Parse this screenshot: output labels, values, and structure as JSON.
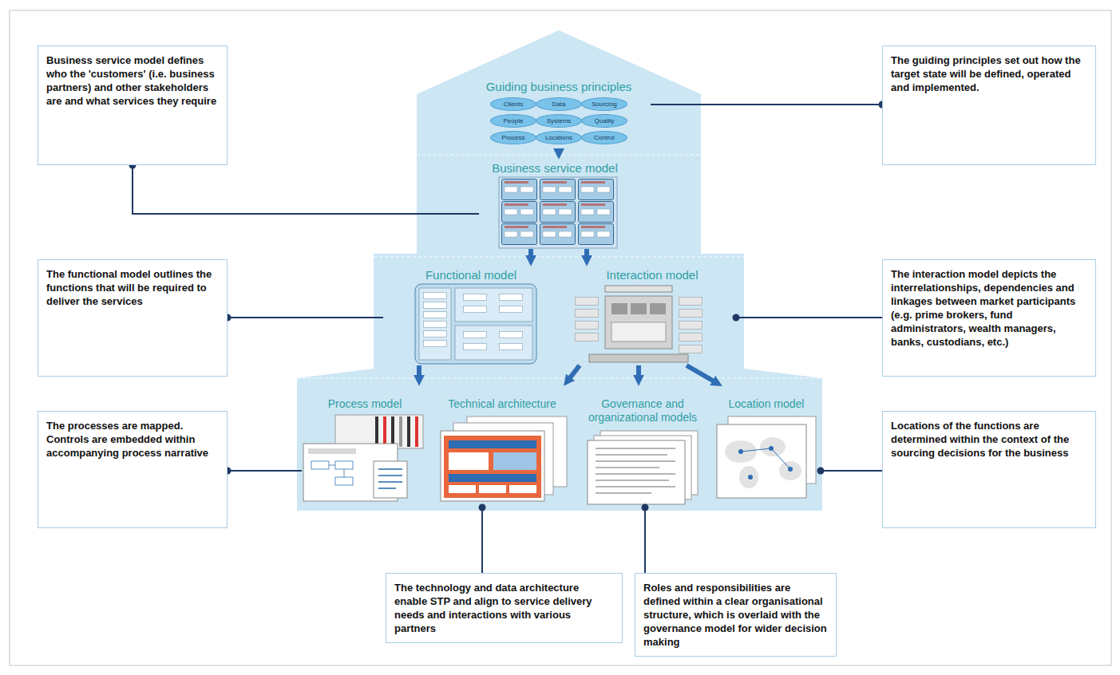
{
  "diagram": {
    "nodes": [
      {
        "text": [
          "Guiding business principles"
        ]
      },
      {
        "text": [
          "Clients"
        ],
        "in": 0
      },
      {
        "text": [
          "Data"
        ],
        "in": 0
      },
      {
        "text": [
          "Sourcing"
        ],
        "in": 0
      },
      {
        "text": [
          "People"
        ],
        "in": 0
      },
      {
        "text": [
          "Systems"
        ],
        "in": 0
      },
      {
        "text": [
          "Quality"
        ],
        "in": 0
      },
      {
        "text": [
          "Process"
        ],
        "in": 0
      },
      {
        "text": [
          "Locations"
        ],
        "in": 0
      },
      {
        "text": [
          "Control"
        ],
        "in": 0
      },
      {
        "text": [
          "Business service model defines who the 'customers' (i.e. business partners) and other stakeholders are and what services they require"
        ]
      },
      {
        "text": [
          "The guiding principles set out how the target state will be defined, operated and implemented."
        ]
      },
      {
        "text": [
          "Business service model"
        ]
      },
      {
        "text": [
          "The functional model outlines the functions that will be required to deliver the services"
        ]
      },
      {
        "text": [
          "Functional model"
        ]
      },
      {
        "text": [
          "Interaction model"
        ]
      },
      {
        "text": [
          "The interaction model depicts the interrelationships, dependencies and linkages between market participants (e.g. prime brokers, fund administrators, wealth managers, banks, custodians, etc.)"
        ]
      },
      {
        "text": [
          "The processes are mapped. Controls are embedded within accompanying process narrative"
        ]
      },
      {
        "text": [
          "Process model"
        ]
      },
      {
        "text": [
          "Technical architecture"
        ]
      },
      {
        "text": [
          "Governance and organizational models"
        ]
      },
      {
        "text": [
          "Location model"
        ]
      },
      {
        "text": [
          "Locations of the functions are determined within the context of the sourcing decisions for the business"
        ]
      },
      {
        "text": [
          "The technology and data architecture enable STP and align to service delivery needs and interactions with various partners"
        ]
      },
      {
        "text": [
          "Roles and responsibilities are defined within a clear organisational structure, which is overlaid with the governance model for wider decision making"
        ]
      }
    ],
    "edges": [
      {
        "from": 0,
        "to": 12,
        "arrow": "to"
      },
      {
        "from": 12,
        "to": 14,
        "arrow": "to"
      },
      {
        "from": 12,
        "to": 15,
        "arrow": "to"
      },
      {
        "from": 14,
        "to": 18,
        "arrow": "to"
      },
      {
        "from": 15,
        "to": 19,
        "arrow": "to"
      },
      {
        "from": 15,
        "to": 20,
        "arrow": "to"
      },
      {
        "from": 15,
        "to": 21,
        "arrow": "to"
      },
      {
        "from": 10,
        "to": 12,
        "arrow": "none"
      },
      {
        "from": 11,
        "to": 0,
        "arrow": "none"
      },
      {
        "from": 13,
        "to": 14,
        "arrow": "none"
      },
      {
        "from": 16,
        "to": 15,
        "arrow": "none"
      },
      {
        "from": 17,
        "to": 18,
        "arrow": "none"
      },
      {
        "from": 22,
        "to": 21,
        "arrow": "none"
      },
      {
        "from": 23,
        "to": 19,
        "arrow": "none"
      },
      {
        "from": 24,
        "to": 20,
        "arrow": "none"
      }
    ]
  }
}
